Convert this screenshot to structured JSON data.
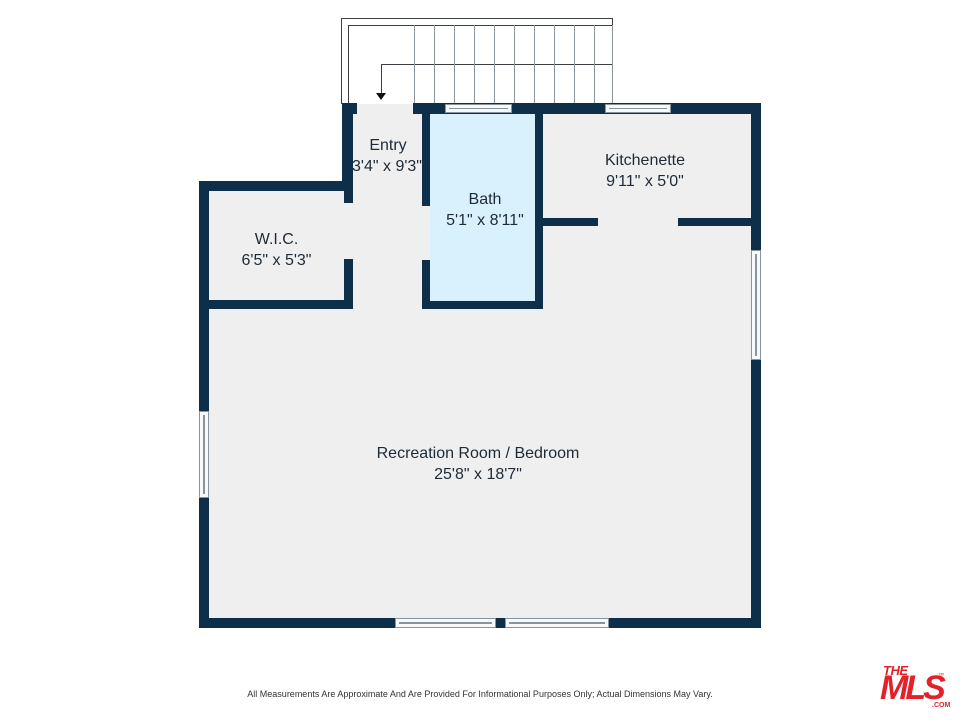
{
  "colors": {
    "wall": "#0e2f4a",
    "floor": "#efefef",
    "bath_floor": "#d9f1fd",
    "text": "#1e2a36",
    "logo_red": "#e4202a"
  },
  "rooms": [
    {
      "id": "entry",
      "name": "Entry",
      "dimensions": "3'4\" x 9'3\""
    },
    {
      "id": "bath",
      "name": "Bath",
      "dimensions": "5'1\" x 8'11\""
    },
    {
      "id": "kitchenette",
      "name": "Kitchenette",
      "dimensions": "9'11\" x 5'0\""
    },
    {
      "id": "wic",
      "name": "W.I.C.",
      "dimensions": "6'5\" x 5'3\""
    },
    {
      "id": "recreation",
      "name": "Recreation Room / Bedroom",
      "dimensions": "25'8\" x 18'7\""
    }
  ],
  "stairs": {
    "direction": "down-arrow",
    "tread_count": 10
  },
  "footer": {
    "disclaimer": "All Measurements Are Approximate And Are Provided For Informational Purposes Only; Actual Dimensions May Vary.",
    "logo": {
      "top": "THE",
      "main": "MLS",
      "tm": "™",
      "sub": ".COM"
    }
  }
}
